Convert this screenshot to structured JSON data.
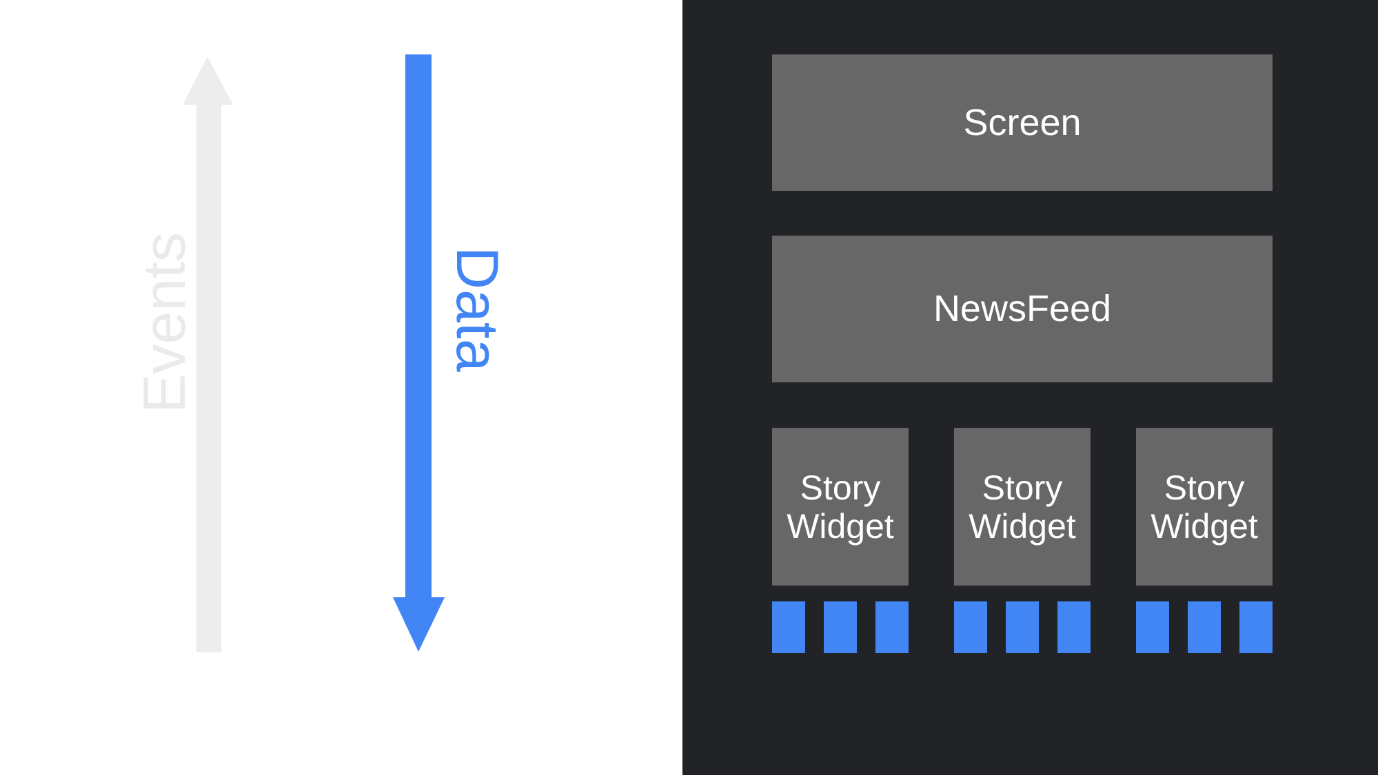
{
  "diagram": {
    "title": "Unidirectional data flow widget hierarchy",
    "background_light": "#FFFFFF",
    "background_dark": "#212326",
    "node_fill": "#676767",
    "accent_blue": "#4285F4",
    "muted_gray": "#EAEAEA"
  },
  "flow": {
    "events": {
      "label": "Events",
      "direction": "up",
      "color": "#EAEAEA"
    },
    "data": {
      "label": "Data",
      "direction": "down",
      "color": "#4285F4"
    }
  },
  "tree": {
    "root": {
      "label": "Screen"
    },
    "middle": {
      "label": "NewsFeed"
    },
    "widgets": [
      {
        "label": "Story\nWidget",
        "line1": "Story",
        "line2": "Widget"
      },
      {
        "label": "Story\nWidget",
        "line1": "Story",
        "line2": "Widget"
      },
      {
        "label": "Story\nWidget",
        "line1": "Story",
        "line2": "Widget"
      }
    ],
    "leaf_groups": [
      {
        "count": 3,
        "color": "#4285F4"
      },
      {
        "count": 3,
        "color": "#4285F4"
      },
      {
        "count": 3,
        "color": "#4285F4"
      }
    ]
  }
}
